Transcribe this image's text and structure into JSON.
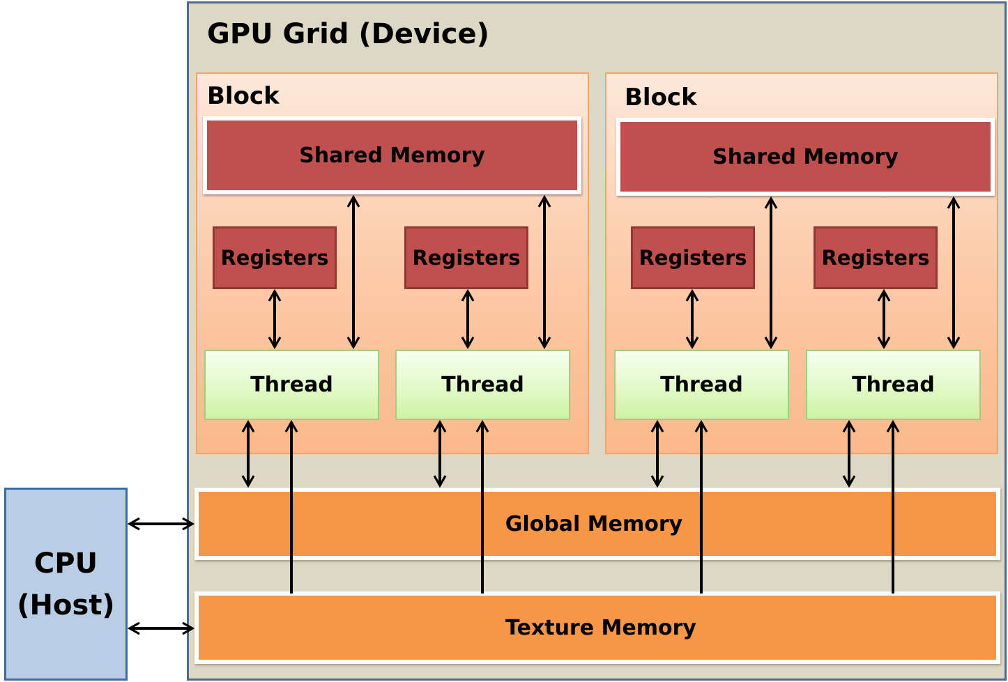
{
  "gpu": {
    "title": "GPU Grid (Device)"
  },
  "blocks": [
    {
      "label": "Block",
      "shared_memory": "Shared Memory",
      "registers": [
        "Registers",
        "Registers"
      ],
      "threads": [
        "Thread",
        "Thread"
      ]
    },
    {
      "label": "Block",
      "shared_memory": "Shared Memory",
      "registers": [
        "Registers",
        "Registers"
      ],
      "threads": [
        "Thread",
        "Thread"
      ]
    }
  ],
  "global_memory": "Global Memory",
  "texture_memory": "Texture Memory",
  "cpu": {
    "line1": "CPU",
    "line2": "(Host)"
  },
  "colors": {
    "grid_bg": "#ddd8c3",
    "grid_border": "#4a6a94",
    "memory_red": "#c0504d",
    "memory_orange": "#f79646",
    "thread_green": "#e2fac8",
    "cpu_blue": "#b9cde5"
  }
}
